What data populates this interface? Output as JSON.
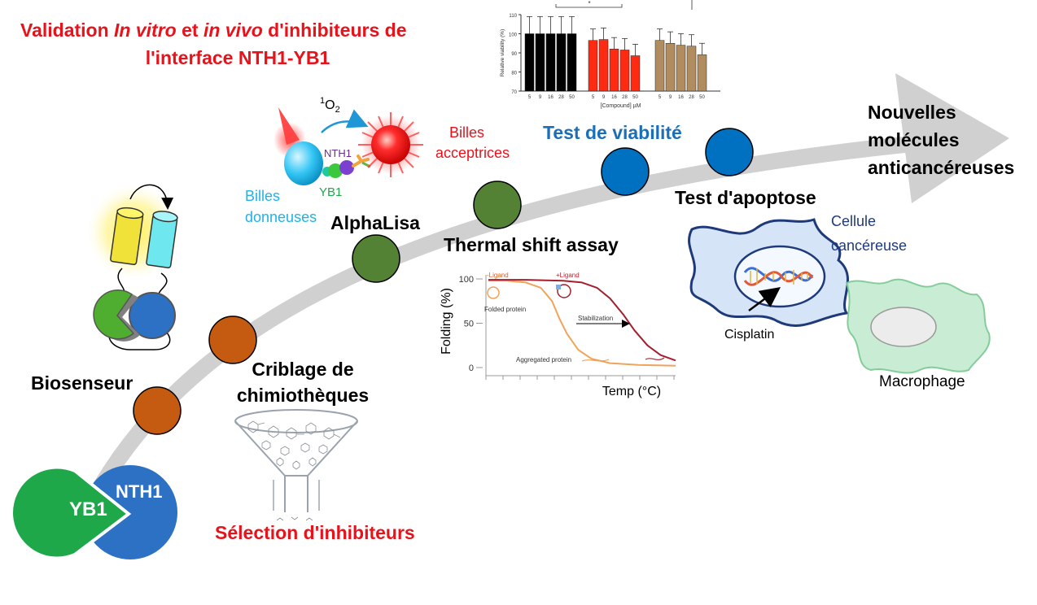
{
  "title": {
    "w1": "Validation ",
    "w2": "In vitro",
    "w3": " et ",
    "w4": "in vivo",
    "w5": "  d'inhibiteurs de",
    "line2": "l'interface NTH1-YB1",
    "color": "#e8121b"
  },
  "complex": {
    "yb1": "YB1",
    "nth1": "NTH1"
  },
  "steps": {
    "biosenseur": "Biosenseur",
    "criblage_l1": "Criblage de",
    "criblage_l2": "chimiothèques",
    "selection": "Sélection d'inhibiteurs",
    "alphalisa": "AlphaLisa",
    "thermal": "Thermal shift assay",
    "viabilite": "Test de viabilité",
    "apoptose": "Test d'apoptose",
    "result_l1": "Nouvelles",
    "result_l2": "molécules",
    "result_l3": "anticancéreuses"
  },
  "alpha": {
    "singlet_base": "1",
    "singlet_o": "O",
    "singlet_sub": "2",
    "acceptrices_l1": "Billes",
    "acceptrices_l2": "acceptrices",
    "donneuses_l1": "Billes",
    "donneuses_l2": "donneuses",
    "nth1": "NTH1",
    "yb1": "YB1"
  },
  "apoptosis": {
    "cell_l1": "Cellule",
    "cell_l2": "cancéreuse",
    "cisplatin": "Cisplatin",
    "macrophage": "Macrophage"
  },
  "colors": {
    "orange_dot": "#c55a11",
    "green_dot": "#548235",
    "blue_dot": "#0070c0",
    "title_red": "#e8121b",
    "alpha_blue": "#1fb3e8",
    "viab_blue": "#1b6fb8",
    "arc_gray": "#d0d0d0",
    "yb1_green": "#1ea84a",
    "nth1_blue": "#2d71c4"
  },
  "chart_data": [
    {
      "type": "bar",
      "ylabel": "Relative viability (%)",
      "xlabel": "[Compound] µM",
      "ylim": [
        70,
        110
      ],
      "yticks": [
        "70",
        "80",
        "90",
        "100",
        "110"
      ],
      "categories": [
        "5",
        "9",
        "16",
        "28",
        "50",
        "5",
        "9",
        "16",
        "28",
        "50",
        "5",
        "9",
        "16",
        "28",
        "50"
      ],
      "series": [
        {
          "color": "#000000",
          "values": [
            100,
            100,
            100,
            100,
            100
          ]
        },
        {
          "color": "#ff2a12",
          "values": [
            96.5,
            97,
            92,
            91.5,
            88.5
          ]
        },
        {
          "color": "#b08c5f",
          "values": [
            96.5,
            95,
            94,
            93.5,
            89
          ]
        }
      ],
      "significance": "*"
    },
    {
      "type": "line",
      "ylabel": "Folding (%)",
      "xlabel": "Temp (°C)",
      "ylim": [
        0,
        100
      ],
      "yticks": [
        "0",
        "50",
        "100"
      ],
      "series": [
        {
          "name": "-Ligand",
          "color": "#f0a35a",
          "x": [
            0,
            0.1,
            0.2,
            0.28,
            0.34,
            0.38,
            0.42,
            0.48,
            0.55,
            0.65,
            0.8,
            1.0
          ],
          "y": [
            98,
            98,
            96,
            90,
            75,
            55,
            38,
            20,
            10,
            5,
            3,
            2
          ]
        },
        {
          "name": "+Ligand",
          "color": "#a31f2e",
          "x": [
            0,
            0.2,
            0.4,
            0.5,
            0.58,
            0.65,
            0.72,
            0.78,
            0.85,
            0.92,
            1.0
          ],
          "y": [
            99,
            99,
            98,
            96,
            90,
            78,
            60,
            42,
            25,
            14,
            8
          ]
        }
      ],
      "annotations": [
        "Folded protein",
        "Stabilization",
        "Aggregated protein"
      ]
    }
  ]
}
